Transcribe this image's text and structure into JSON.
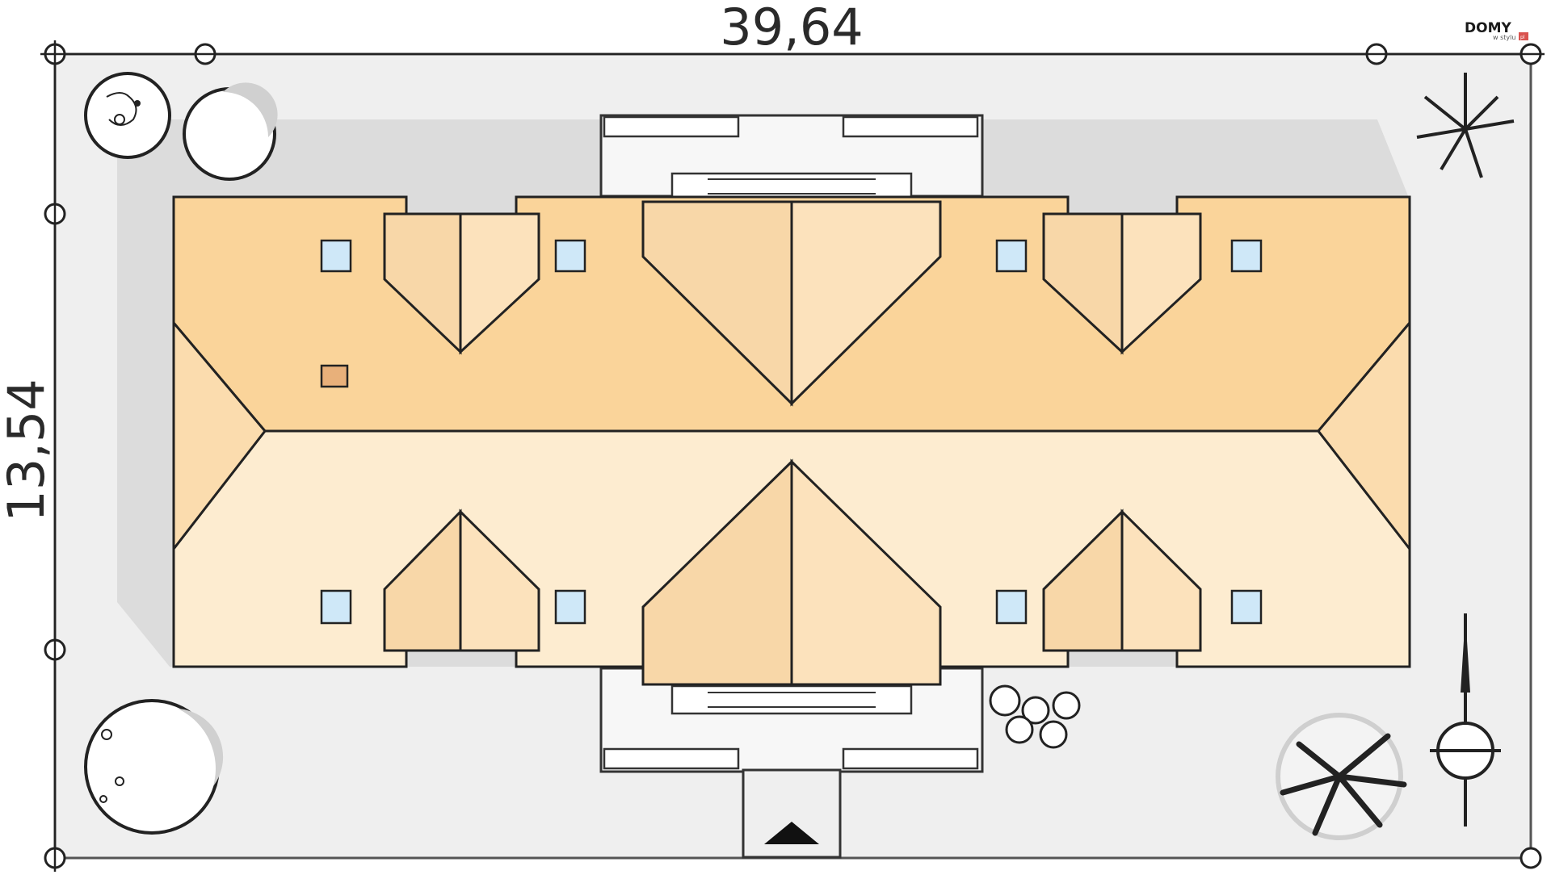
{
  "dimensions": {
    "width_label": "39,64",
    "depth_label": "13,54"
  },
  "logo": {
    "main": "DOMY",
    "sub": "w stylu",
    "badge": "pl"
  },
  "colors": {
    "plot_fill": "#efefef",
    "shadow": "#dcdcdc",
    "roof_north": "#fad49a",
    "roof_south": "#fdecd0",
    "roof_gable_dark": "#f8d7a8",
    "roof_gable_light": "#fce2bc",
    "skylight": "#cfe8f8",
    "chimney": "#e8b07a",
    "outline": "#222222"
  },
  "icons": {
    "entrance": "entrance-triangle-icon",
    "north": "north-arrow-icon",
    "trees": [
      "deciduous-tree-icon",
      "conifer-tree-icon",
      "palm-plant-icon",
      "shrub-icon",
      "bare-tree-icon"
    ]
  }
}
